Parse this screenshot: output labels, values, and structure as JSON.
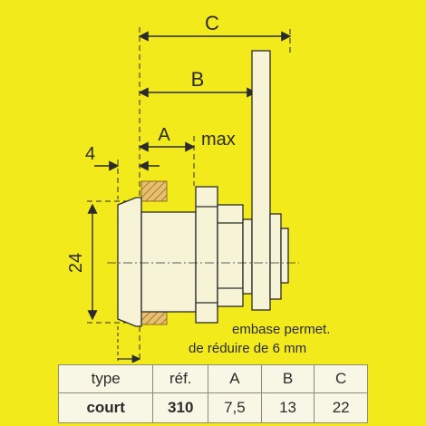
{
  "labels": {
    "dim_c": "C",
    "dim_b": "B",
    "dim_a": "A",
    "max": "max",
    "dim_4": "4",
    "dim_24": "24",
    "note_line1": "embase permet.",
    "note_line2": "de réduire de 6 mm"
  },
  "table": {
    "headers": [
      "type",
      "réf.",
      "A",
      "B",
      "C"
    ],
    "row": [
      "court",
      "310",
      "7,5",
      "13",
      "22"
    ]
  },
  "colors": {
    "background": "#f3ea1b",
    "line": "#2b2b2b",
    "metal": "#f7f3d6",
    "hatch": "#c9a24c"
  }
}
